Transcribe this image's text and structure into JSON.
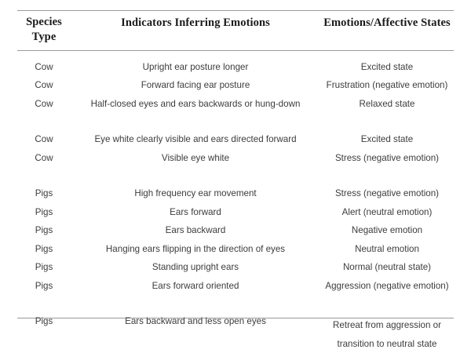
{
  "table": {
    "columns": [
      {
        "id": "species-type",
        "label_line1": "Species",
        "label_line2": "Type"
      },
      {
        "id": "indicators",
        "label": "Indicators Inferring Emotions"
      },
      {
        "id": "emotions",
        "label": "Emotions/Affective States"
      }
    ],
    "rows": [
      {
        "species": "Cow",
        "indicator": "Upright ear posture longer",
        "emotion": "Excited state"
      },
      {
        "species": "Cow",
        "indicator": "Forward facing ear posture",
        "emotion": "Frustration (negative emotion)"
      },
      {
        "species": "Cow",
        "indicator": "Half-closed eyes and ears backwards or hung-down",
        "emotion": "Relaxed state"
      },
      {
        "species": "Cow",
        "indicator": "Eye white clearly visible and ears directed forward",
        "emotion": "Excited state"
      },
      {
        "species": "Cow",
        "indicator": "Visible eye white",
        "emotion": "Stress (negative emotion)"
      },
      {
        "species": "Pigs",
        "indicator": "High frequency ear movement",
        "emotion": "Stress (negative emotion)"
      },
      {
        "species": "Pigs",
        "indicator": "Ears forward",
        "emotion": "Alert (neutral emotion)"
      },
      {
        "species": "Pigs",
        "indicator": "Ears backward",
        "emotion": "Negative emotion"
      },
      {
        "species": "Pigs",
        "indicator": "Hanging ears flipping in the direction of eyes",
        "emotion": "Neutral emotion"
      },
      {
        "species": "Pigs",
        "indicator": "Standing upright ears",
        "emotion": "Normal (neutral state)"
      },
      {
        "species": "Pigs",
        "indicator": "Ears forward oriented",
        "emotion": "Aggression (negative emotion)"
      },
      {
        "species": "Pigs",
        "indicator": "Ears backward and less open eyes",
        "emotion_line1": "Retreat from aggression or",
        "emotion_line2": "transition to neutral state"
      }
    ]
  },
  "style": {
    "rule_color": "#9a9a9a",
    "header_text_color": "#1a1a1a",
    "body_text_color": "#3c3c3c",
    "background_color": "#ffffff"
  }
}
